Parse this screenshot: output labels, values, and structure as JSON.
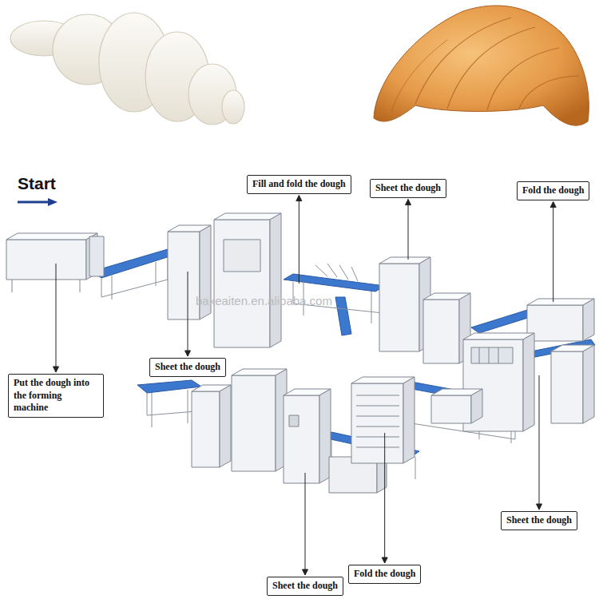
{
  "diagram": {
    "nodes": [
      {
        "text": [
          "Fill and fold the dough"
        ]
      },
      {
        "text": [
          "Sheet the dough"
        ]
      },
      {
        "text": [
          "Fold the dough"
        ]
      },
      {
        "text": [
          "Sheet the dough"
        ]
      },
      {
        "text": [
          "Put the dough into the forming machine"
        ]
      },
      {
        "text": [
          "Sheet the dough"
        ]
      },
      {
        "text": [
          "Fold the dough"
        ]
      },
      {
        "text": [
          "Sheet the dough"
        ]
      }
    ],
    "labels": [
      "Start",
      "bakeaiten.en.alibaba.com"
    ]
  }
}
